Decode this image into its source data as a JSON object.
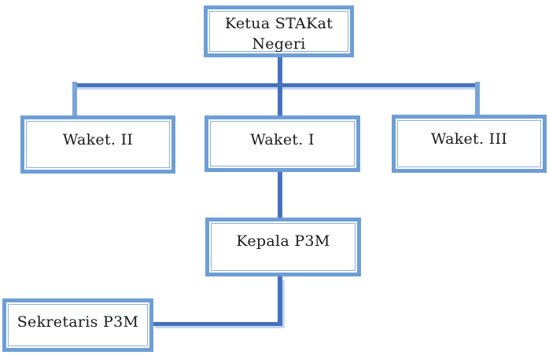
{
  "diagram": {
    "type": "org-chart",
    "nodes": [
      {
        "id": "ketua",
        "label": "Ketua STAKat Negeri"
      },
      {
        "id": "waket2",
        "label": "Waket. II"
      },
      {
        "id": "waket1",
        "label": "Waket. I"
      },
      {
        "id": "waket3",
        "label": "Waket. III"
      },
      {
        "id": "kepala",
        "label": "Kepala P3M"
      },
      {
        "id": "sekretaris",
        "label": "Sekretaris P3M"
      }
    ],
    "edges": [
      {
        "from": "ketua",
        "to": "waket2"
      },
      {
        "from": "ketua",
        "to": "waket1"
      },
      {
        "from": "ketua",
        "to": "waket3"
      },
      {
        "from": "waket1",
        "to": "kepala"
      },
      {
        "from": "kepala",
        "to": "sekretaris"
      }
    ],
    "colors": {
      "connector_dark": "#4671bf",
      "connector_light": "#7aa5d8",
      "connector_shadow": "#c3d8f0",
      "box_border": "#6d9ed5",
      "box_inner_border": "#8ab1dc",
      "text": "#1a1a1a",
      "background": "#ffffff"
    }
  }
}
